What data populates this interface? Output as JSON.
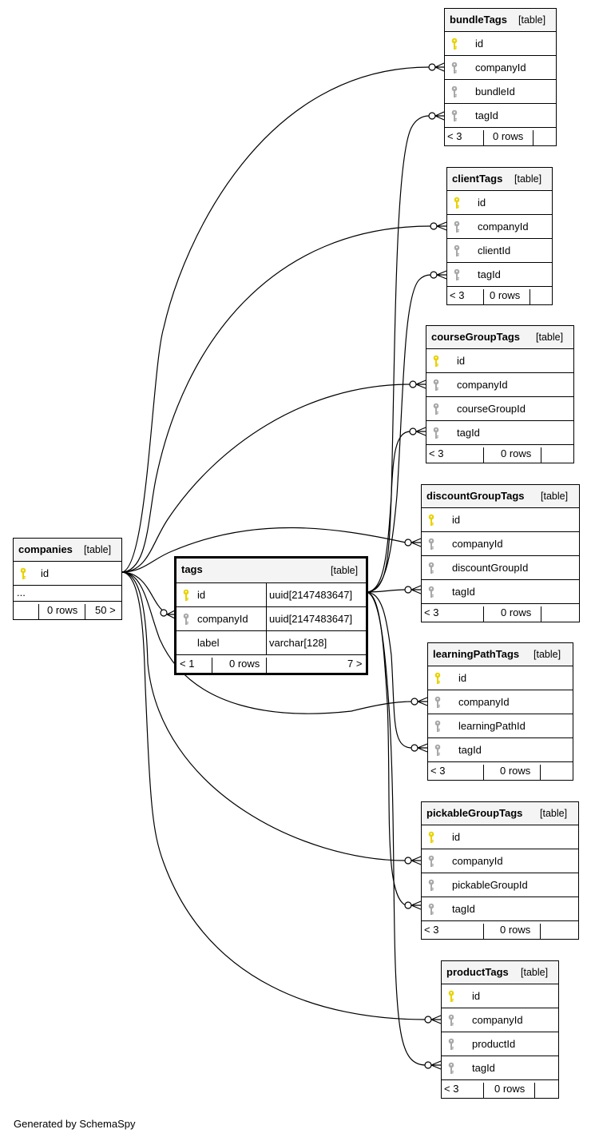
{
  "footer": "Generated by SchemaSpy",
  "colors": {
    "primary_key": "#e8d200",
    "foreign_key": "#a8a8a8",
    "header_bg": "#f4f4f4"
  },
  "tables": {
    "companies": {
      "name": "companies",
      "type": "[table]",
      "columns": [
        {
          "name": "id",
          "key": "primary"
        },
        {
          "name": "...",
          "key": "none"
        }
      ],
      "footer": {
        "parents": "",
        "rows": "0 rows",
        "children": "50 >"
      }
    },
    "tags": {
      "name": "tags",
      "type": "[table]",
      "columns": [
        {
          "name": "id",
          "type": "uuid[2147483647]",
          "key": "primary"
        },
        {
          "name": "companyId",
          "type": "uuid[2147483647]",
          "key": "foreign"
        },
        {
          "name": "label",
          "type": "varchar[128]",
          "key": "none"
        }
      ],
      "footer": {
        "parents": "< 1",
        "rows": "0 rows",
        "children": "7 >"
      }
    },
    "bundleTags": {
      "name": "bundleTags",
      "type": "[table]",
      "columns": [
        {
          "name": "id",
          "key": "primary"
        },
        {
          "name": "companyId",
          "key": "foreign"
        },
        {
          "name": "bundleId",
          "key": "foreign"
        },
        {
          "name": "tagId",
          "key": "foreign"
        }
      ],
      "footer": {
        "parents": "< 3",
        "rows": "0 rows",
        "children": ""
      }
    },
    "clientTags": {
      "name": "clientTags",
      "type": "[table]",
      "columns": [
        {
          "name": "id",
          "key": "primary"
        },
        {
          "name": "companyId",
          "key": "foreign"
        },
        {
          "name": "clientId",
          "key": "foreign"
        },
        {
          "name": "tagId",
          "key": "foreign"
        }
      ],
      "footer": {
        "parents": "< 3",
        "rows": "0 rows",
        "children": ""
      }
    },
    "courseGroupTags": {
      "name": "courseGroupTags",
      "type": "[table]",
      "columns": [
        {
          "name": "id",
          "key": "primary"
        },
        {
          "name": "companyId",
          "key": "foreign"
        },
        {
          "name": "courseGroupId",
          "key": "foreign"
        },
        {
          "name": "tagId",
          "key": "foreign"
        }
      ],
      "footer": {
        "parents": "< 3",
        "rows": "0 rows",
        "children": ""
      }
    },
    "discountGroupTags": {
      "name": "discountGroupTags",
      "type": "[table]",
      "columns": [
        {
          "name": "id",
          "key": "primary"
        },
        {
          "name": "companyId",
          "key": "foreign"
        },
        {
          "name": "discountGroupId",
          "key": "foreign"
        },
        {
          "name": "tagId",
          "key": "foreign"
        }
      ],
      "footer": {
        "parents": "< 3",
        "rows": "0 rows",
        "children": ""
      }
    },
    "learningPathTags": {
      "name": "learningPathTags",
      "type": "[table]",
      "columns": [
        {
          "name": "id",
          "key": "primary"
        },
        {
          "name": "companyId",
          "key": "foreign"
        },
        {
          "name": "learningPathId",
          "key": "foreign"
        },
        {
          "name": "tagId",
          "key": "foreign"
        }
      ],
      "footer": {
        "parents": "< 3",
        "rows": "0 rows",
        "children": ""
      }
    },
    "pickableGroupTags": {
      "name": "pickableGroupTags",
      "type": "[table]",
      "columns": [
        {
          "name": "id",
          "key": "primary"
        },
        {
          "name": "companyId",
          "key": "foreign"
        },
        {
          "name": "pickableGroupId",
          "key": "foreign"
        },
        {
          "name": "tagId",
          "key": "foreign"
        }
      ],
      "footer": {
        "parents": "< 3",
        "rows": "0 rows",
        "children": ""
      }
    },
    "productTags": {
      "name": "productTags",
      "type": "[table]",
      "columns": [
        {
          "name": "id",
          "key": "primary"
        },
        {
          "name": "companyId",
          "key": "foreign"
        },
        {
          "name": "productId",
          "key": "foreign"
        },
        {
          "name": "tagId",
          "key": "foreign"
        }
      ],
      "footer": {
        "parents": "< 3",
        "rows": "0 rows",
        "children": ""
      }
    }
  },
  "relationships": [
    {
      "from": "companies.id",
      "to": "tags.companyId"
    },
    {
      "from": "companies.id",
      "to": "bundleTags.companyId"
    },
    {
      "from": "companies.id",
      "to": "clientTags.companyId"
    },
    {
      "from": "companies.id",
      "to": "courseGroupTags.companyId"
    },
    {
      "from": "companies.id",
      "to": "discountGroupTags.companyId"
    },
    {
      "from": "companies.id",
      "to": "learningPathTags.companyId"
    },
    {
      "from": "companies.id",
      "to": "pickableGroupTags.companyId"
    },
    {
      "from": "companies.id",
      "to": "productTags.companyId"
    },
    {
      "from": "tags.id",
      "to": "bundleTags.tagId"
    },
    {
      "from": "tags.id",
      "to": "clientTags.tagId"
    },
    {
      "from": "tags.id",
      "to": "courseGroupTags.tagId"
    },
    {
      "from": "tags.id",
      "to": "discountGroupTags.tagId"
    },
    {
      "from": "tags.id",
      "to": "learningPathTags.tagId"
    },
    {
      "from": "tags.id",
      "to": "pickableGroupTags.tagId"
    },
    {
      "from": "tags.id",
      "to": "productTags.tagId"
    }
  ]
}
